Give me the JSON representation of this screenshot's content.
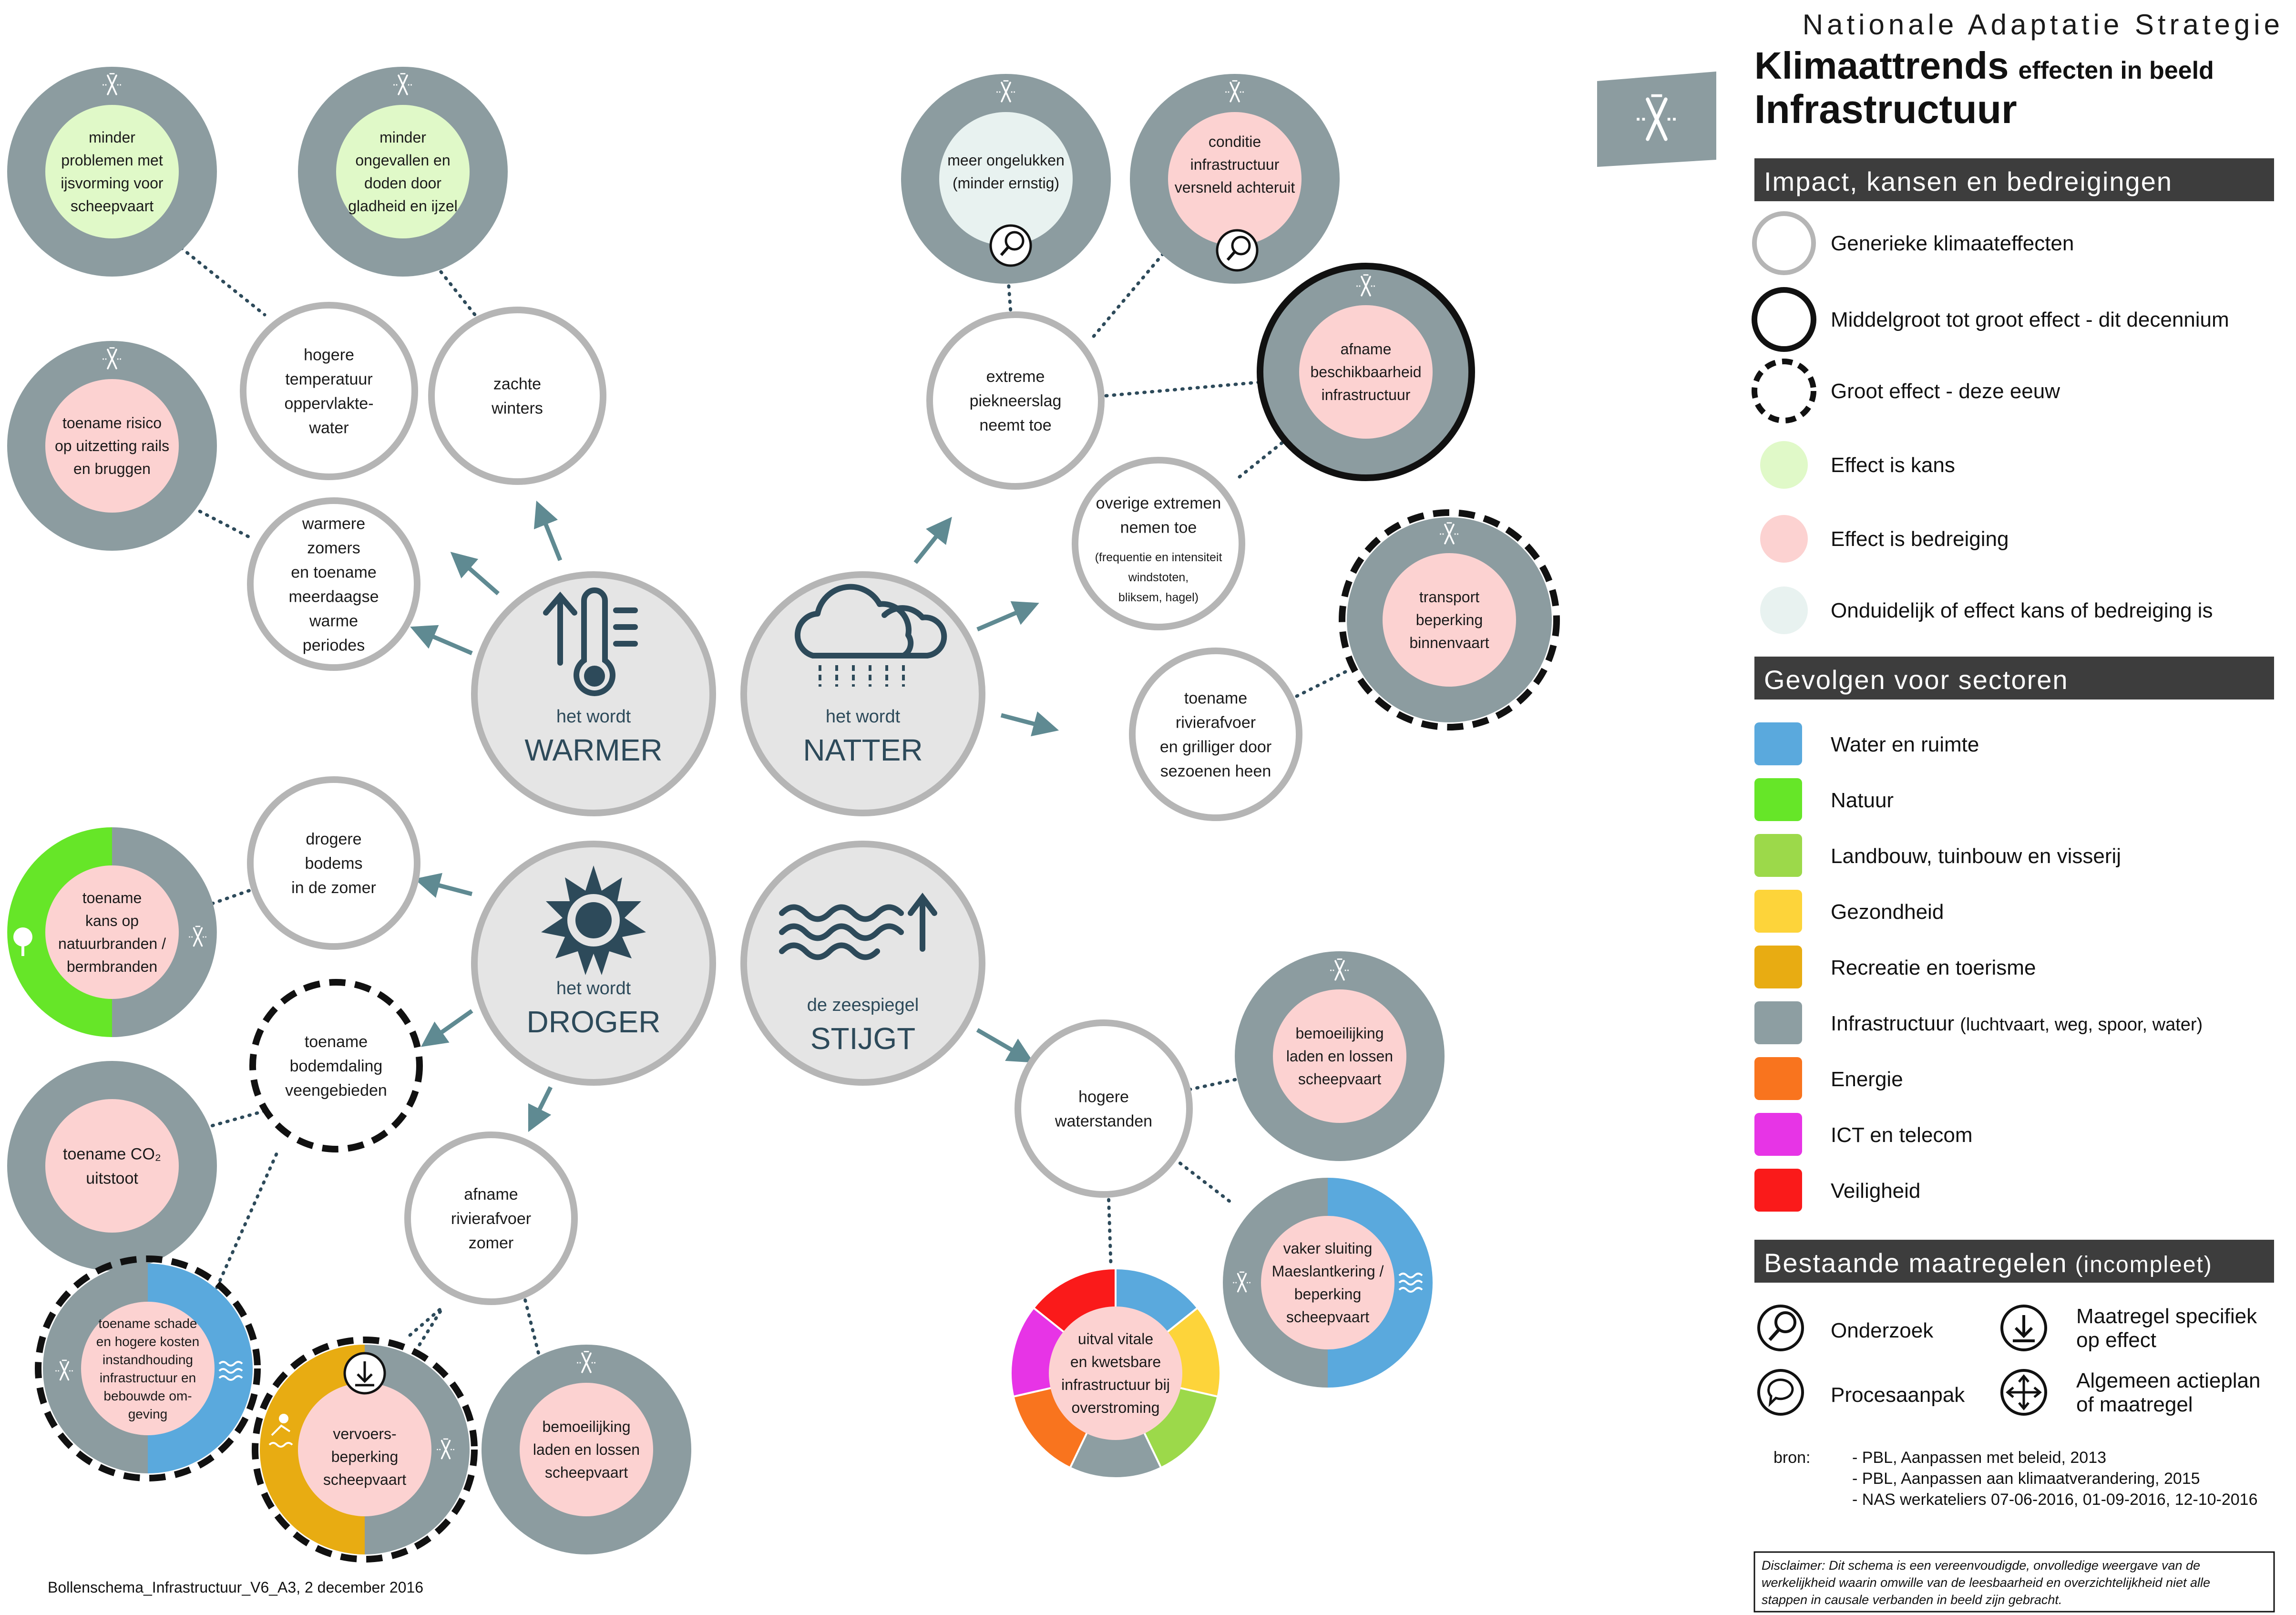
{
  "header": {
    "line1": "Nationale Adaptatie Strategie",
    "line2a": "Klimaattrends",
    "line2b": "effecten in beeld",
    "line3": "Infrastructuur"
  },
  "sections": {
    "impact": "Impact, kansen en bedreigingen",
    "sectors": "Gevolgen voor sectoren",
    "measures_a": "Bestaande maatregelen",
    "measures_b": "(incompleet)"
  },
  "legend_impact": [
    "Generieke klimaateffecten",
    "Middelgroot tot groot effect - dit decennium",
    "Groot effect - deze eeuw",
    "Effect is kans",
    "Effect is bedreiging",
    "Onduidelijk of effect kans of bedreiging is"
  ],
  "sectors": [
    {
      "label": "Water en ruimte",
      "color": "#5aa9dd",
      "icon": "water-icon"
    },
    {
      "label": "Natuur",
      "color": "#66e628",
      "icon": "tree-icon"
    },
    {
      "label": "Landbouw, tuinbouw en visserij",
      "color": "#9cd94a",
      "icon": "wheat-icon"
    },
    {
      "label": "Gezondheid",
      "color": "#fdd43a",
      "icon": "heart-icon"
    },
    {
      "label": "Recreatie en toerisme",
      "color": "#e8ac12",
      "icon": "swimmer-icon"
    },
    {
      "label": "Infrastructuur",
      "sub": "(luchtvaart, weg, spoor, water)",
      "color": "#8d9ea2",
      "icon": "infrastructure-icon"
    },
    {
      "label": "Energie",
      "color": "#f9741e",
      "icon": "lightning-icon"
    },
    {
      "label": "ICT en telecom",
      "color": "#e734e6",
      "icon": "at-icon"
    },
    {
      "label": "Veiligheid",
      "color": "#fa1a1a",
      "icon": "warning-icon"
    }
  ],
  "measures": {
    "research": "Onderzoek",
    "process": "Procesaanpak",
    "specific": [
      "Maatregel specifiek",
      "op effect"
    ],
    "general": [
      "Algemeen actieplan",
      "of maatregel"
    ]
  },
  "sources": {
    "label": "bron:",
    "lines": [
      "- PBL, Aanpassen met beleid, 2013",
      "- PBL, Aanpassen aan klimaatverandering, 2015",
      "- NAS werkateliers 07-06-2016, 01-09-2016, 12-10-2016"
    ]
  },
  "disclaimer": [
    "Disclaimer: Dit schema  is  een vereenvoudigde, onvolledige weergave van de",
    "werkelijkheid waarin omwille van de leesbaarheid en overzichtelijkheid niet alle",
    "stappen in causale verbanden in beeld zijn gebracht."
  ],
  "footer": "Bollenschema_Infrastructuur_V6_A3, 2 december 2016",
  "trends": {
    "warmer": {
      "small": "het wordt",
      "big": "WARMER"
    },
    "natter": {
      "small": "het wordt",
      "big": "NATTER"
    },
    "droger": {
      "small": "het wordt",
      "big": "DROGER"
    },
    "stijgt": {
      "small": "de zeespiegel",
      "big": "STIJGT"
    }
  },
  "generic_effects": {
    "hogere_temp": [
      "hogere",
      "temperatuur",
      "oppervlakte-",
      "water"
    ],
    "zachte_winters": [
      "zachte",
      "winters"
    ],
    "warmere_zomers": [
      "warmere",
      "zomers",
      "en toename",
      "meerdaagse",
      "warme",
      "periodes"
    ],
    "drogere_bodems": [
      "drogere",
      "bodems",
      "in de zomer"
    ],
    "bodemdaling": [
      "toename",
      "bodemdaling",
      "veengebieden"
    ],
    "rivierafvoer_zomer": [
      "afname",
      "rivierafvoer",
      "zomer"
    ],
    "piekneerslag": [
      "extreme",
      "piekneerslag",
      "neemt toe"
    ],
    "overige_extremen": [
      "overige extremen",
      "nemen toe"
    ],
    "overige_extremen_small": [
      "(frequentie en intensiteit",
      "windstoten,",
      "bliksem, hagel)"
    ],
    "rivierafvoer": [
      "toename",
      "rivierafvoer",
      "en grilliger door",
      "sezoenen heen"
    ],
    "waterstanden": [
      "hogere",
      "waterstanden"
    ]
  },
  "impacts": {
    "ijsvorming": [
      "minder",
      "problemen met",
      "ijsvorming voor",
      "scheepvaart"
    ],
    "ongevallen": [
      "minder",
      "ongevallen en",
      "doden door",
      "gladheid en ijzel"
    ],
    "uitzetting": [
      "toename risico",
      "op uitzetting rails",
      "en bruggen"
    ],
    "natuurbranden": [
      "toename",
      "kans op",
      "natuurbranden /",
      "bermbranden"
    ],
    "co2": [
      "toename CO₂",
      "uitstoot"
    ],
    "onderhoud": [
      "toename schade",
      "en hogere kosten",
      "instandhouding",
      "infrastructuur en",
      "bebouwde om-",
      "geving"
    ],
    "vervoers": [
      "vervoers-",
      "beperking",
      "scheepvaart"
    ],
    "laden_zomer": [
      "bemoeilijking",
      "laden en lossen",
      "scheepvaart"
    ],
    "ongelukken": [
      "meer ongelukken",
      "(minder ernstig)"
    ],
    "conditie": [
      "conditie",
      "infrastructuur",
      "versneld achteruit"
    ],
    "beschikbaarheid": [
      "afname",
      "beschikbaarheid",
      "infrastructuur"
    ],
    "binnenvaart": [
      "transport",
      "beperking",
      "binnenvaart"
    ],
    "laden_hoog": [
      "bemoeilijking",
      "laden en lossen",
      "scheepvaart"
    ],
    "maeslant": [
      "vaker sluiting",
      "Maeslantkering /",
      "beperking",
      "scheepvaart"
    ],
    "uitval": [
      "uitval vitale",
      "en kwetsbare",
      "infrastructuur bij",
      "overstroming"
    ]
  },
  "colors": {
    "grey": "#8c9ca0",
    "generic_border": "#b5b5b5",
    "trend_fill": "#e5e5e5",
    "kans": "#e0f9c8",
    "bedreiging": "#fcd2d1",
    "onduidelijk": "#e8f2f0",
    "header_bar": "#3d3d3d",
    "icon_dark": "#2d4a5a",
    "connector": "#2d4a5a",
    "arrow": "#5f8a92"
  }
}
